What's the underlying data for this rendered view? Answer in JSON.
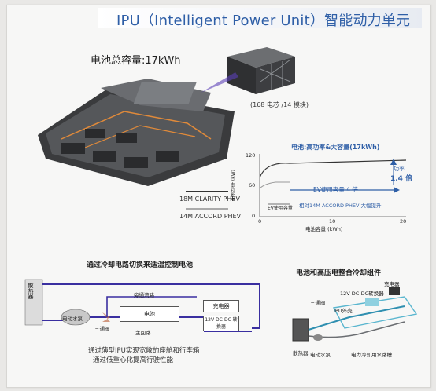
{
  "title": "IPU（Intelligent Power Unit）智能动力单元",
  "battery_capacity": "电池总容量:17kWh",
  "module_note": "(168 电芯 /14 模块)",
  "legend": {
    "clarity": "18M CLARITY PHEV",
    "accord": "14M ACCORD PHEV"
  },
  "chart": {
    "title": "电池:高功率&大容量(17kWh)",
    "ylabel": "电池功率 (kW)",
    "xlabel": "电池容量 (kWh)",
    "yticks": [
      "120",
      "60",
      "0"
    ],
    "xticks": [
      "0",
      "10",
      "20"
    ],
    "ev_capacity": "EV使用容量",
    "ev_capacity_4x": "EV使用容量 4 倍",
    "power_label": "功率",
    "power_multiplier": "1.4 倍",
    "comparison": "相对14M ACCORD PHEV 大幅提升"
  },
  "cooling_left": {
    "heading": "通过冷却电路切换来适温控制电池",
    "radiator": "散热器",
    "pump": "电动水泵",
    "bypass": "旁通流路",
    "battery": "电池",
    "charger": "充电器",
    "three_way": "三通阀",
    "main_loop": "主回路",
    "dcdc": "12V DC-DC 转换器",
    "note1": "通过薄型IPU实现宽敞的座舱和行李箱",
    "note2": "通过低重心化提高行驶性能"
  },
  "cooling_right": {
    "heading": "电池和高压电整合冷却组件",
    "charger": "充电器",
    "dcdc": "12V DC-DC转换器",
    "ipu_case": "IPU外壳",
    "three_way": "三通阀",
    "radiator": "散热器",
    "pump": "电动水泵",
    "hose": "电力冷却用水路槽"
  }
}
